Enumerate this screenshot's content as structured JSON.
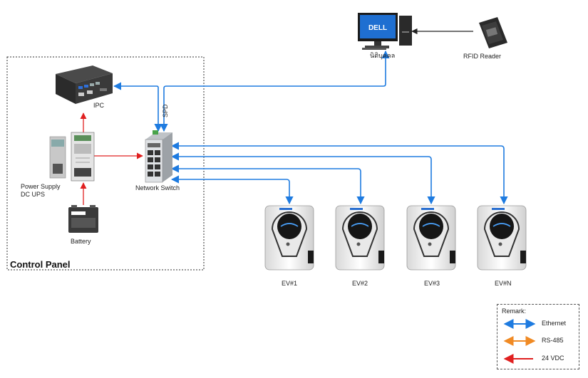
{
  "labels": {
    "ipc": "IPC",
    "network_switch": "Network Switch",
    "power_supply_line1": "Power Supply",
    "power_supply_line2": "DC UPS",
    "battery": "Battery",
    "control_panel": "Control Panel",
    "pc": "นิติบุคคล",
    "rfid_reader": "RFID Reader",
    "spd": "SPD",
    "monitor_brand": "DELL"
  },
  "chargers": [
    {
      "label": "EV#1"
    },
    {
      "label": "EV#2"
    },
    {
      "label": "EV#3"
    },
    {
      "label": "EV#N"
    }
  ],
  "legend": {
    "title": "Remark:",
    "items": [
      {
        "label": "Ethernet",
        "color": "#1e7be0",
        "icon": "double-arrow"
      },
      {
        "label": "RS-485",
        "color": "#f08a24",
        "icon": "double-arrow"
      },
      {
        "label": "24 VDC",
        "color": "#e02020",
        "icon": "single-arrow"
      }
    ]
  },
  "colors": {
    "ethernet": "#1e7be0",
    "dc": "#e02020",
    "rs485": "#f08a24"
  }
}
